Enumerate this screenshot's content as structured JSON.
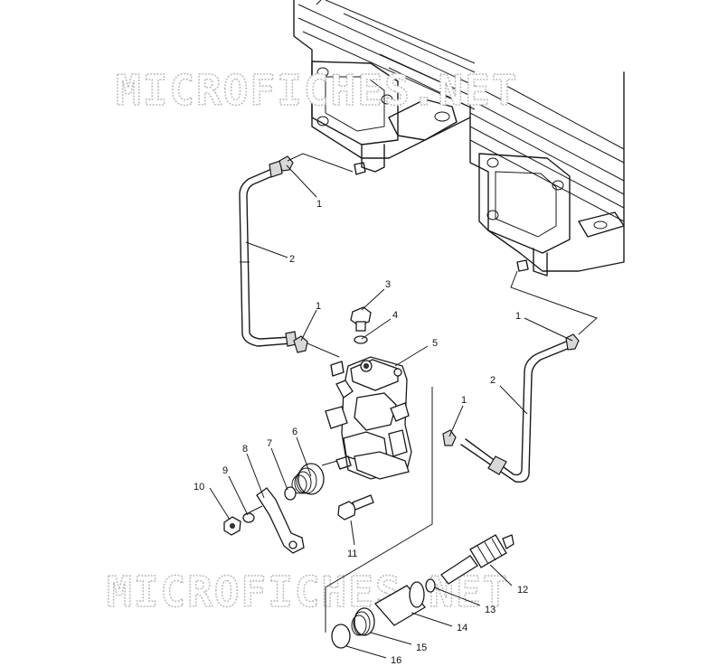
{
  "watermarks": [
    "MICROFICHES.NET",
    "MICROFICHES.NET"
  ],
  "callouts": [
    {
      "id": "c1a",
      "label": "1"
    },
    {
      "id": "c2a",
      "label": "2"
    },
    {
      "id": "c1b",
      "label": "1"
    },
    {
      "id": "c3",
      "label": "3"
    },
    {
      "id": "c4",
      "label": "4"
    },
    {
      "id": "c5",
      "label": "5"
    },
    {
      "id": "c1c",
      "label": "1"
    },
    {
      "id": "c2b",
      "label": "2"
    },
    {
      "id": "c1d",
      "label": "1"
    },
    {
      "id": "c6",
      "label": "6"
    },
    {
      "id": "c7",
      "label": "7"
    },
    {
      "id": "c8",
      "label": "8"
    },
    {
      "id": "c9",
      "label": "9"
    },
    {
      "id": "c10",
      "label": "10"
    },
    {
      "id": "c11",
      "label": "11"
    },
    {
      "id": "c12",
      "label": "12"
    },
    {
      "id": "c13",
      "label": "13"
    },
    {
      "id": "c14",
      "label": "14"
    },
    {
      "id": "c15",
      "label": "15"
    },
    {
      "id": "c16",
      "label": "16"
    }
  ]
}
